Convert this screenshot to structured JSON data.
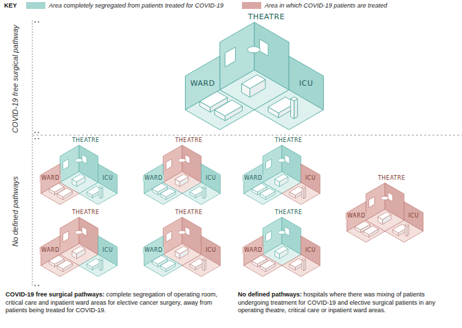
{
  "diagram": {
    "labels": [
      "KEY",
      "THEATRE",
      "WARD",
      "ICU",
      "THEATRE",
      "WARD",
      "ICU",
      "THEATRE",
      "WARD",
      "ICU",
      "THEATRE",
      "WARD",
      "ICU",
      "THEATRE",
      "WARD",
      "ICU",
      "THEATRE",
      "WARD",
      "ICU",
      "THEATRE",
      "WARD",
      "ICU",
      "THEATRE",
      "WARD",
      "ICU",
      "COVID-19 free surgical pathway",
      "No defined pathways",
      "COVID-19 free surgical pathways:",
      "complete segregation of operating room, critical care and inpatient ward areas for elective cancer surgery, away from patients being treated for COVID-19.",
      "No defined pathways:",
      "hospitals where there was mixing of patients undergoing treatment for COVID-19 and elective surgical patients in any operating theatre, critical care or inpatient ward areas."
    ],
    "legend": [
      {
        "text": "Area completely segregated from patients treated for COVID-19",
        "color": "#a6d6d1"
      },
      {
        "text": "Area in which COVID-19 patients are treated",
        "color": "#d9a7a3"
      }
    ]
  }
}
